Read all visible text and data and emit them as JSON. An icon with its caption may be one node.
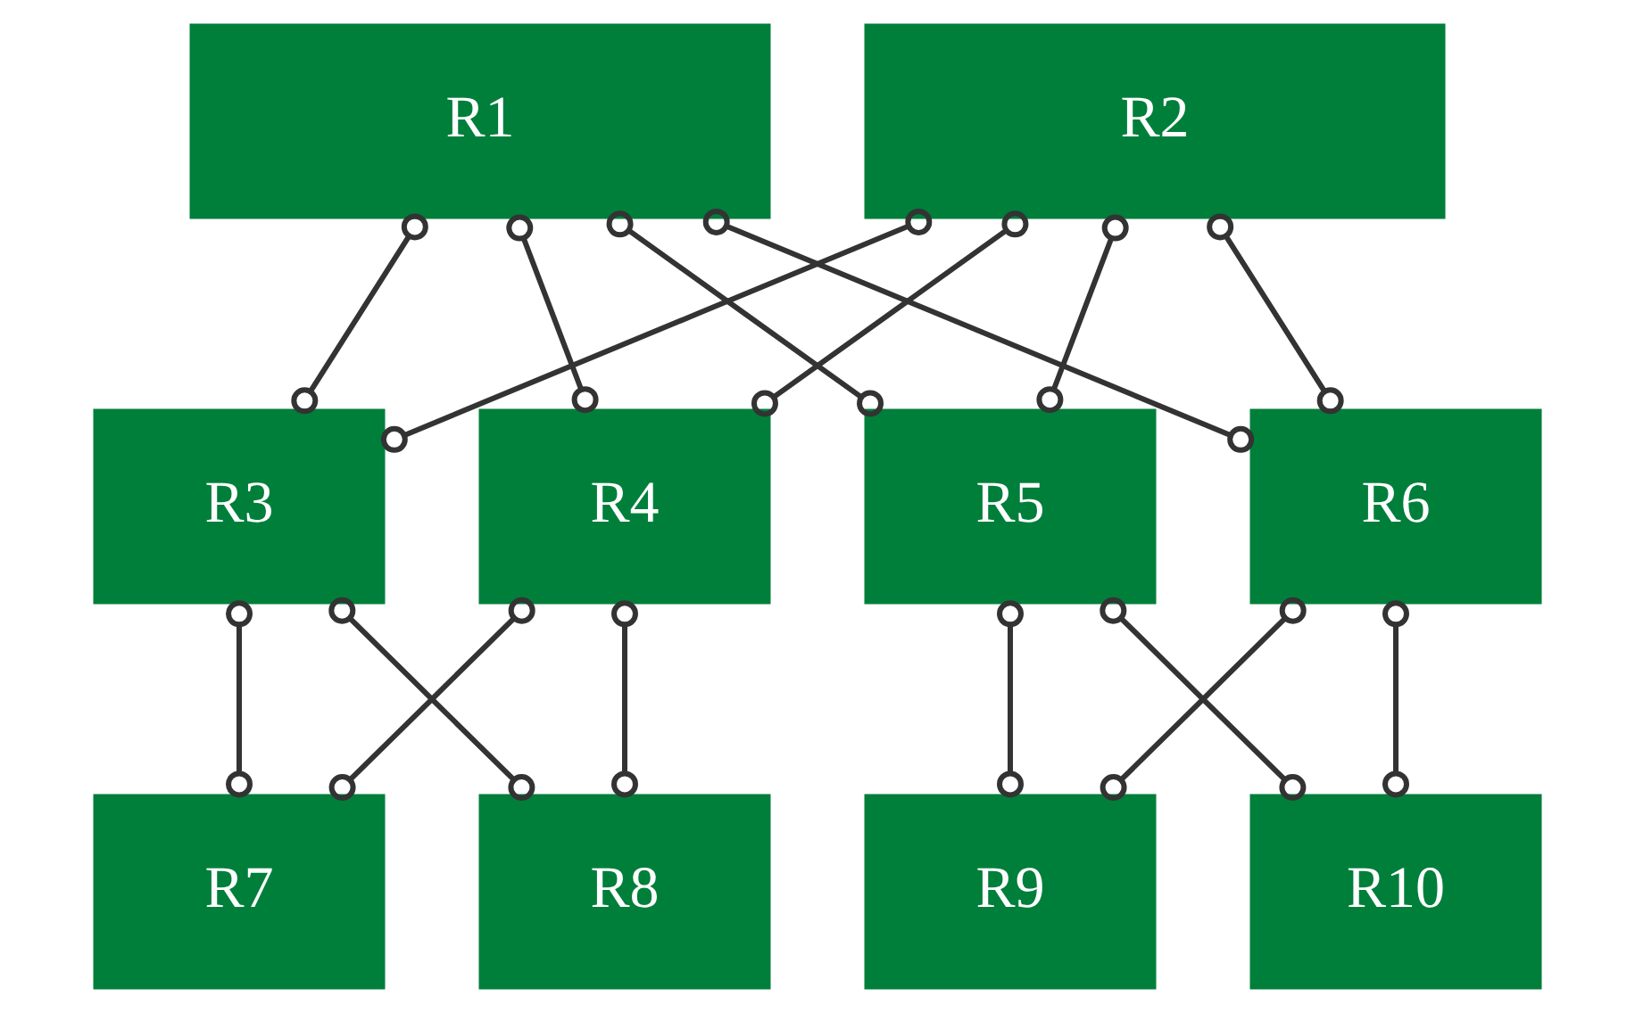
{
  "diagram": {
    "nodes": [
      {
        "text": [
          "R1"
        ]
      },
      {
        "text": [
          "R2"
        ]
      },
      {
        "text": [
          "R3"
        ]
      },
      {
        "text": [
          "R4"
        ]
      },
      {
        "text": [
          "R5"
        ]
      },
      {
        "text": [
          "R6"
        ]
      },
      {
        "text": [
          "R7"
        ]
      },
      {
        "text": [
          "R8"
        ]
      },
      {
        "text": [
          "R9"
        ]
      },
      {
        "text": [
          "R10"
        ]
      }
    ],
    "edges": [
      {
        "from": 0,
        "to": 2,
        "arrow": "other"
      },
      {
        "from": 0,
        "to": 3,
        "arrow": "other"
      },
      {
        "from": 0,
        "to": 4,
        "arrow": "other"
      },
      {
        "from": 0,
        "to": 5,
        "arrow": "other"
      },
      {
        "from": 1,
        "to": 2,
        "arrow": "other"
      },
      {
        "from": 1,
        "to": 3,
        "arrow": "other"
      },
      {
        "from": 1,
        "to": 4,
        "arrow": "other"
      },
      {
        "from": 1,
        "to": 5,
        "arrow": "other"
      },
      {
        "from": 2,
        "to": 6,
        "arrow": "other"
      },
      {
        "from": 2,
        "to": 7,
        "arrow": "other"
      },
      {
        "from": 3,
        "to": 6,
        "arrow": "other"
      },
      {
        "from": 3,
        "to": 7,
        "arrow": "other"
      },
      {
        "from": 4,
        "to": 8,
        "arrow": "other"
      },
      {
        "from": 4,
        "to": 9,
        "arrow": "other"
      },
      {
        "from": 5,
        "to": 8,
        "arrow": "other"
      },
      {
        "from": 5,
        "to": 9,
        "arrow": "other"
      }
    ]
  }
}
